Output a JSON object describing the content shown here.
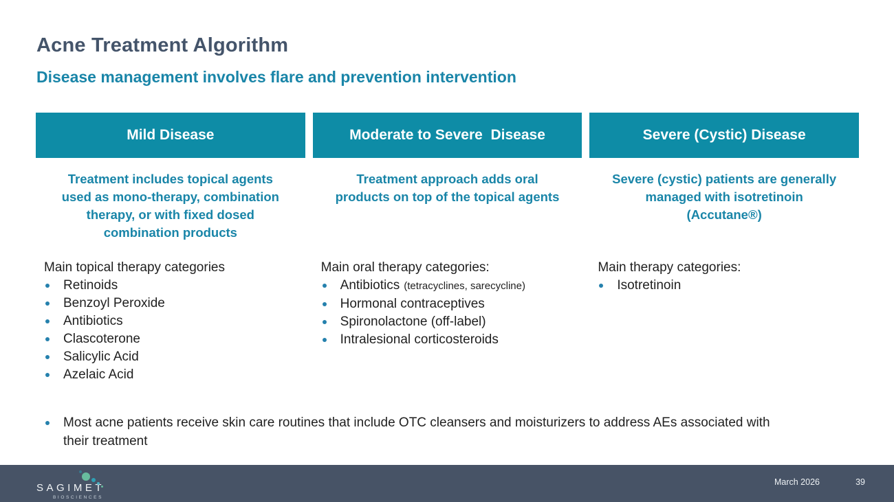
{
  "slide": {
    "title": "Acne Treatment Algorithm",
    "subtitle": "Disease management involves flare and prevention intervention"
  },
  "columns": [
    {
      "header": "Mild Disease",
      "description": "Treatment includes topical agents\nused as mono-therapy, combination\ntherapy, or with fixed dosed\ncombination products",
      "list_heading": "Main topical therapy categories",
      "items": [
        {
          "label": "Retinoids"
        },
        {
          "label": "Benzoyl Peroxide"
        },
        {
          "label": "Antibiotics"
        },
        {
          "label": "Clascoterone"
        },
        {
          "label": "Salicylic Acid"
        },
        {
          "label": "Azelaic Acid"
        }
      ]
    },
    {
      "header": "Moderate to Severe  Disease",
      "description": "Treatment approach adds oral\nproducts on top of the topical agents",
      "list_heading": "Main oral therapy categories:",
      "items": [
        {
          "label": "Antibiotics",
          "note": "(tetracyclines, sarecycline)"
        },
        {
          "label": "Hormonal contraceptives"
        },
        {
          "label": "Spironolactone (off-label)"
        },
        {
          "label": "Intralesional corticosteroids"
        }
      ]
    },
    {
      "header": "Severe (Cystic) Disease",
      "description": "Severe (cystic) patients are generally\nmanaged with isotretinoin\n(Accutane®)",
      "list_heading": "Main therapy categories:",
      "items": [
        {
          "label": "Isotretinoin"
        }
      ]
    }
  ],
  "footnote": "Most acne patients receive skin care routines that include OTC cleansers and moisturizers to address AEs associated with\ntheir treatment",
  "footer": {
    "logo_name": "SAGIMET",
    "logo_sub": "BIOSCIENCES",
    "date": "March 2026",
    "page_number": "39"
  },
  "colors": {
    "header_bar_teal": "#0E8CA6",
    "teal_text": "#1985A8",
    "title_text": "#44546A",
    "footer_bg": "#475366",
    "bullet_dot": "#2581AD",
    "logo_dot_green": "#68BD9E",
    "logo_dot_teal": "#2E9FB4"
  }
}
